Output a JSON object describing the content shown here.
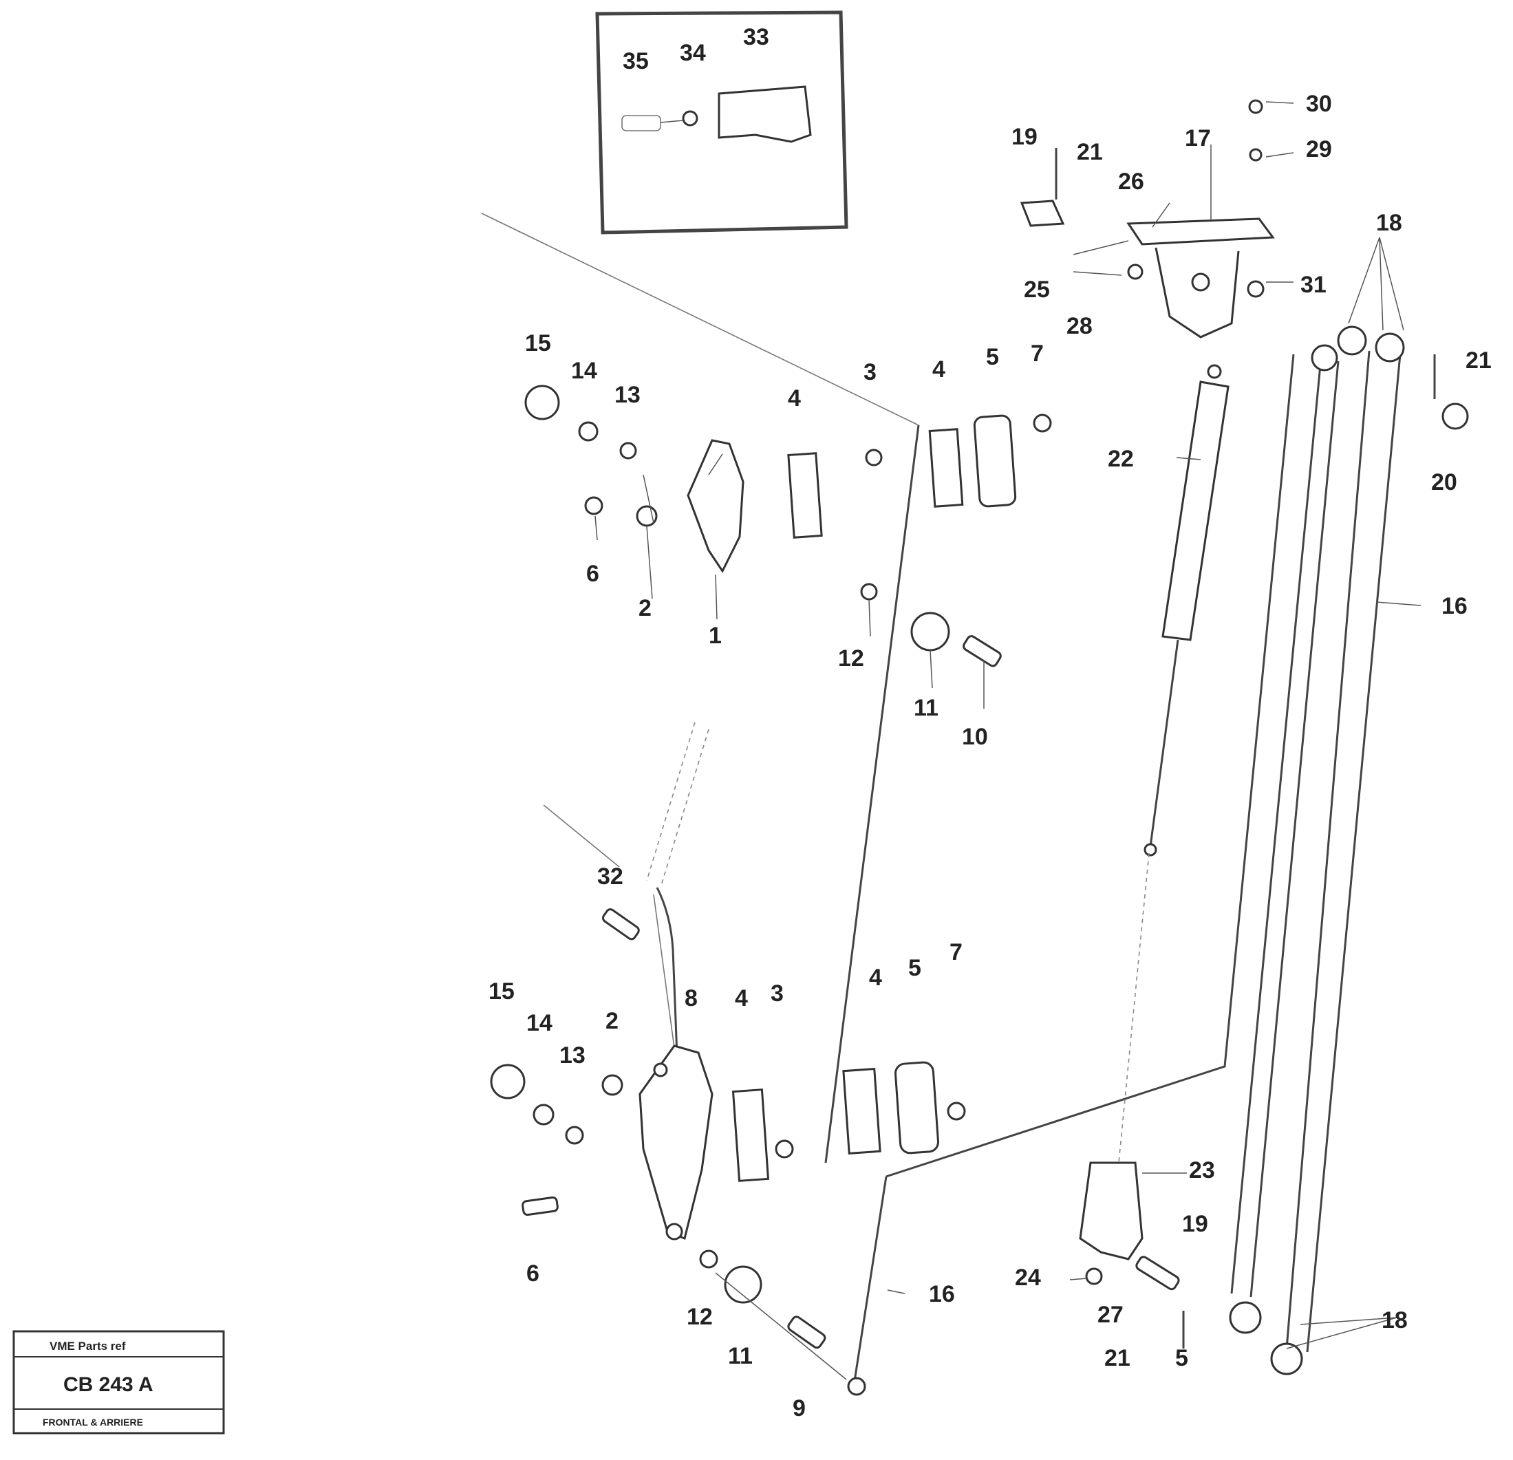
{
  "callouts": [
    {
      "text": "35"
    },
    {
      "text": "34"
    },
    {
      "text": "33"
    },
    {
      "text": "30"
    },
    {
      "text": "29"
    },
    {
      "text": "19"
    },
    {
      "text": "21"
    },
    {
      "text": "17"
    },
    {
      "text": "26"
    },
    {
      "text": "25"
    },
    {
      "text": "28"
    },
    {
      "text": "31"
    },
    {
      "text": "18"
    },
    {
      "text": "21"
    },
    {
      "text": "20"
    },
    {
      "text": "22"
    },
    {
      "text": "16"
    },
    {
      "text": "15"
    },
    {
      "text": "14"
    },
    {
      "text": "13"
    },
    {
      "text": "4"
    },
    {
      "text": "3"
    },
    {
      "text": "4"
    },
    {
      "text": "5"
    },
    {
      "text": "7"
    },
    {
      "text": "6"
    },
    {
      "text": "2"
    },
    {
      "text": "1"
    },
    {
      "text": "12"
    },
    {
      "text": "11"
    },
    {
      "text": "10"
    },
    {
      "text": "32"
    },
    {
      "text": "15"
    },
    {
      "text": "14"
    },
    {
      "text": "13"
    },
    {
      "text": "2"
    },
    {
      "text": "8"
    },
    {
      "text": "4"
    },
    {
      "text": "3"
    },
    {
      "text": "4"
    },
    {
      "text": "5"
    },
    {
      "text": "7"
    },
    {
      "text": "6"
    },
    {
      "text": "12"
    },
    {
      "text": "11"
    },
    {
      "text": "9"
    },
    {
      "text": "16"
    },
    {
      "text": "23"
    },
    {
      "text": "19"
    },
    {
      "text": "24"
    },
    {
      "text": "27"
    },
    {
      "text": "21"
    },
    {
      "text": "5"
    },
    {
      "text": "18"
    }
  ],
  "stamp": {
    "header": "VME Parts ref",
    "code": "CB 243  A",
    "footer": "FRONTAL & ARRIERE"
  }
}
